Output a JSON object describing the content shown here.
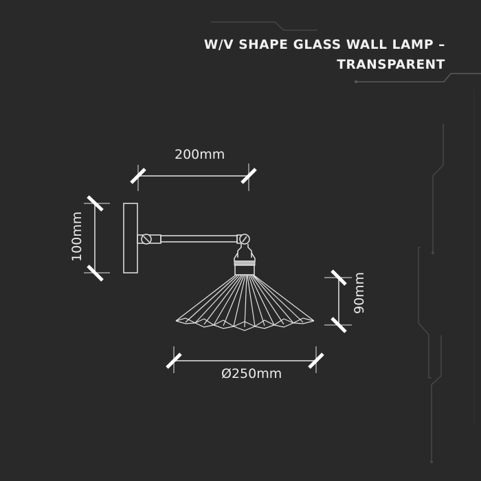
{
  "product": {
    "title_line1": "W/V SHAPE GLASS WALL LAMP –",
    "title_line2": "TRANSPARENT"
  },
  "dimensions": {
    "arm_length": "200mm",
    "backplate_height": "100mm",
    "shade_height": "90mm",
    "shade_diameter": "Ø250mm"
  },
  "colors": {
    "background": "#292929",
    "line": "#e6e6e6",
    "text": "#f2f2f2",
    "decor": "#4a4a4a"
  }
}
